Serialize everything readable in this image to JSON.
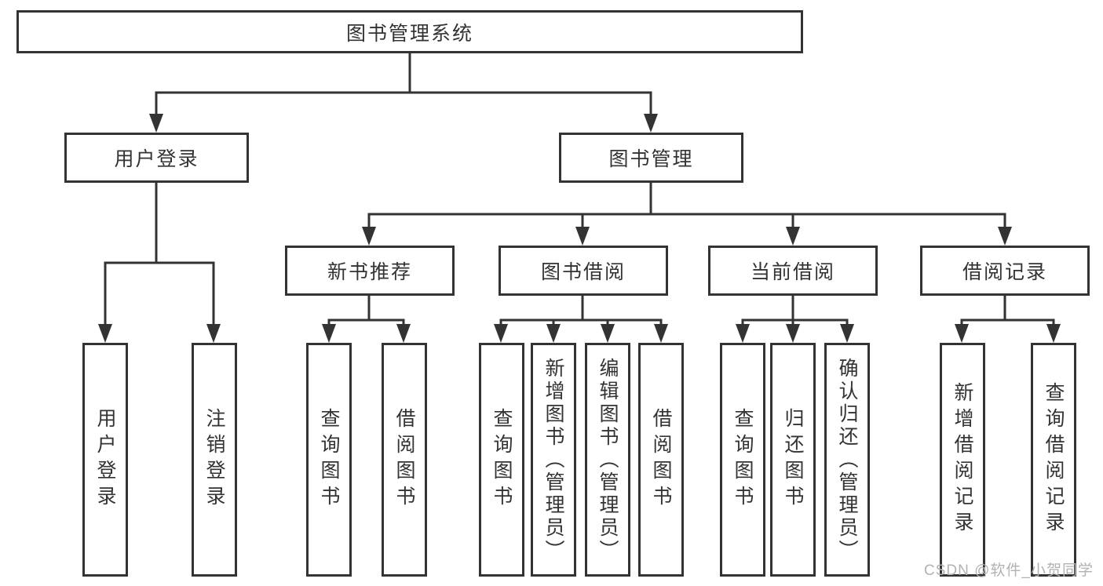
{
  "diagram_title": "图书管理系统",
  "tree": {
    "root": "图书管理系统",
    "branches": [
      {
        "label": "用户登录",
        "children": [
          "用户登录",
          "注销登录"
        ]
      },
      {
        "label": "图书管理",
        "children": [
          {
            "label": "新书推荐",
            "children": [
              "查询图书",
              "借阅图书"
            ]
          },
          {
            "label": "图书借阅",
            "children": [
              "查询图书",
              "新增图书（管理员）",
              "编辑图书（管理员）",
              "借阅图书"
            ]
          },
          {
            "label": "当前借阅",
            "children": [
              "查询图书",
              "归还图书",
              "确认归还（管理员）"
            ]
          },
          {
            "label": "借阅记录",
            "children": [
              "新增借阅记录",
              "查询借阅记录"
            ]
          }
        ]
      }
    ]
  },
  "watermark": "CSDN @软件_小贺同学",
  "colors": {
    "line": "#333333",
    "box_border": "#333333",
    "text": "#333333",
    "watermark": "#b2b2b2",
    "background": "#ffffff"
  }
}
